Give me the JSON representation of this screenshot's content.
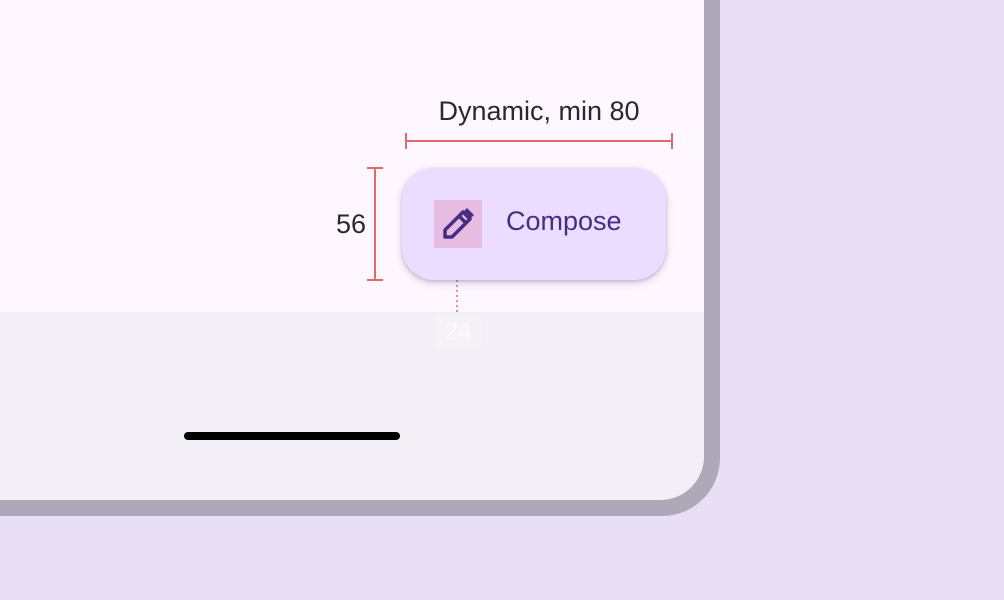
{
  "annotations": {
    "width_label": "Dynamic, min 80",
    "height_label": "56",
    "icon_size_label": "24"
  },
  "fab": {
    "label": "Compose",
    "icon": "pencil-icon"
  },
  "colors": {
    "background": "#E8DEF5",
    "device_frame": "#AEA9B8",
    "screen": "#FEF7FF",
    "nav_area": "#F3EFF6",
    "fab_container": "#EADDFF",
    "fab_content": "#4A2C83",
    "icon_highlight": "#E7BCE3",
    "measure_line": "#E06A6A"
  }
}
